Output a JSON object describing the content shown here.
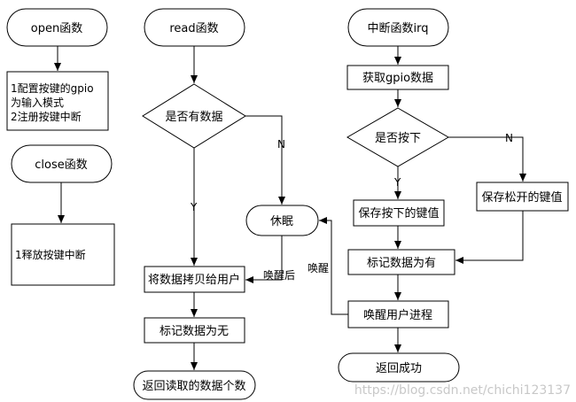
{
  "nodes": {
    "open": "open函数",
    "open_action_1": "1配置按键的gpio",
    "open_action_2": "为输入模式",
    "open_action_3": "2注册按键中断",
    "close": "close函数",
    "close_action": "1释放按键中断",
    "read": "read函数",
    "has_data": "是否有数据",
    "sleep": "休眠",
    "copy_to_user": "将数据拷贝给用户",
    "mark_no_data": "标记数据为无",
    "return_count": "返回读取的数据个数",
    "irq": "中断函数irq",
    "get_gpio": "获取gpio数据",
    "is_pressed": "是否按下",
    "save_pressed": "保存按下的键值",
    "save_released": "保存松开的键值",
    "mark_has_data": "标记数据为有",
    "wake_user": "唤醒用户进程",
    "return_success": "返回成功"
  },
  "edge_labels": {
    "read_no": "N",
    "read_yes": "Y",
    "after_wake": "唤醒后",
    "irq_no": "N",
    "irq_yes": "Y",
    "wake": "唤醒"
  },
  "watermark": "https://blog.csdn.net/chichi123137"
}
